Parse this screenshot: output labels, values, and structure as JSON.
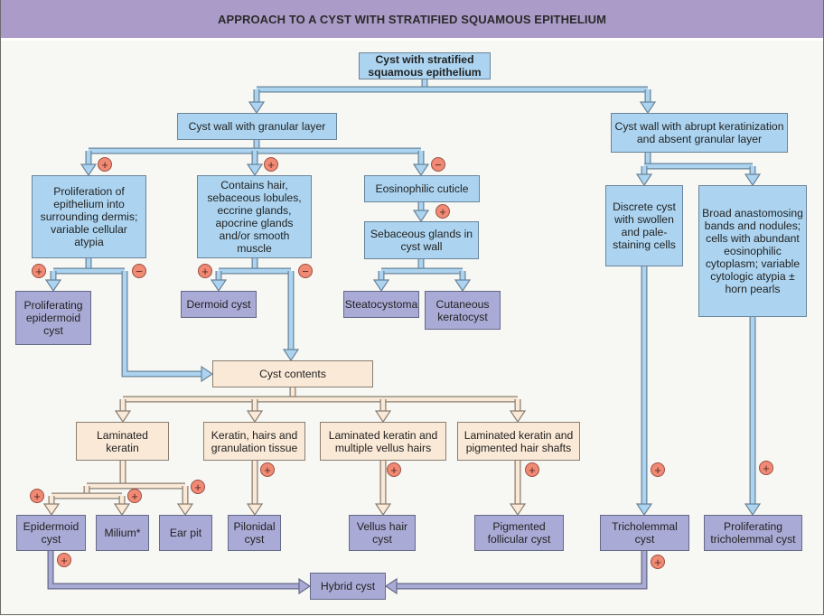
{
  "title": "APPROACH TO A CYST WITH STRATIFIED SQUAMOUS EPITHELIUM",
  "colors": {
    "header": "#ab9bc8",
    "blue_box": "#acd4f0",
    "tan_box": "#fae9d6",
    "purple_box": "#aaaad6",
    "sign_circle": "#f08a74"
  },
  "nodes": {
    "root": "Cyst with stratified squamous epithelium",
    "granular": "Cyst wall with granular layer",
    "abrupt": "Cyst wall with abrupt keratinization and absent granular layer",
    "proliferation": "Proliferation of epithelium into surrounding dermis; variable cellular atypia",
    "contains_hair": "Contains hair, sebaceous lobules, eccrine glands, apocrine glands and/or smooth muscle",
    "eosinophilic": "Eosinophilic cuticle",
    "sebaceous": "Sebaceous glands in cyst wall",
    "discrete": "Discrete cyst with swollen and pale-staining cells",
    "broad": "Broad anastomosing bands and nodules; cells with abundant eosinophilic cytoplasm; variable cytologic atypia ± horn pearls",
    "prolif_epidermoid": "Proliferating epidermoid cyst",
    "dermoid": "Dermoid cyst",
    "steatocystoma": "Steatocystoma",
    "keratocyst": "Cutaneous keratocyst",
    "cyst_contents": "Cyst contents",
    "laminated": "Laminated keratin",
    "keratin_hairs": "Keratin, hairs and granulation tissue",
    "lam_vellus": "Laminated keratin and multiple vellus hairs",
    "lam_pigmented": "Laminated keratin and pigmented hair shafts",
    "epidermoid": "Epidermoid cyst",
    "milium": "Milium*",
    "ear_pit": "Ear pit",
    "pilonidal": "Pilonidal cyst",
    "vellus": "Vellus hair cyst",
    "pigmented": "Pigmented follicular cyst",
    "tricholemmal": "Tricholemmal cyst",
    "prolif_tricholemmal": "Proliferating tricholemmal cyst",
    "hybrid": "Hybrid cyst"
  },
  "signs": {
    "plus": "+",
    "minus": "−"
  }
}
